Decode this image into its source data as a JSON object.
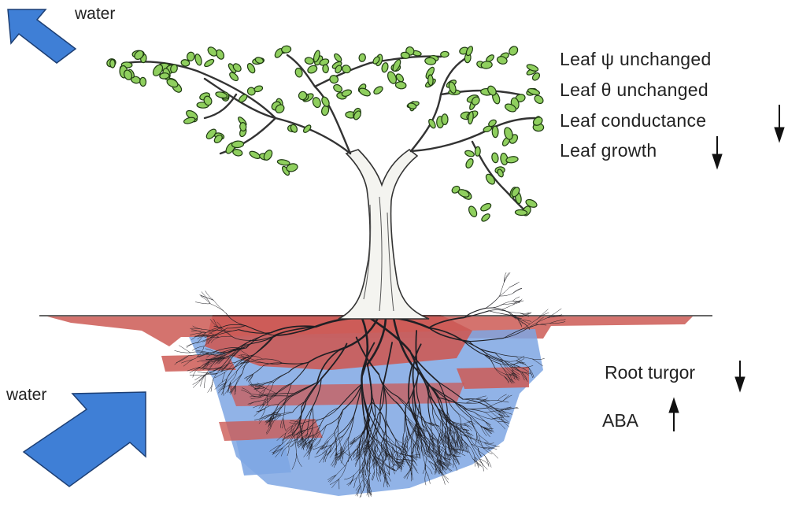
{
  "water_labels": {
    "top": "water",
    "bottom": "water"
  },
  "leaf_effects": [
    "Leaf ψ unchanged",
    "Leaf θ unchanged",
    "Leaf conductance",
    "Leaf growth"
  ],
  "root_effects": [
    "Root turgor",
    "ABA"
  ],
  "colors": {
    "water_arrow": "#3f7fd6",
    "dry_soil": "#cc5a55",
    "wet_soil": "#7ea6e3",
    "leaves": "#8fcf5e",
    "roots": "#1f1f24"
  }
}
